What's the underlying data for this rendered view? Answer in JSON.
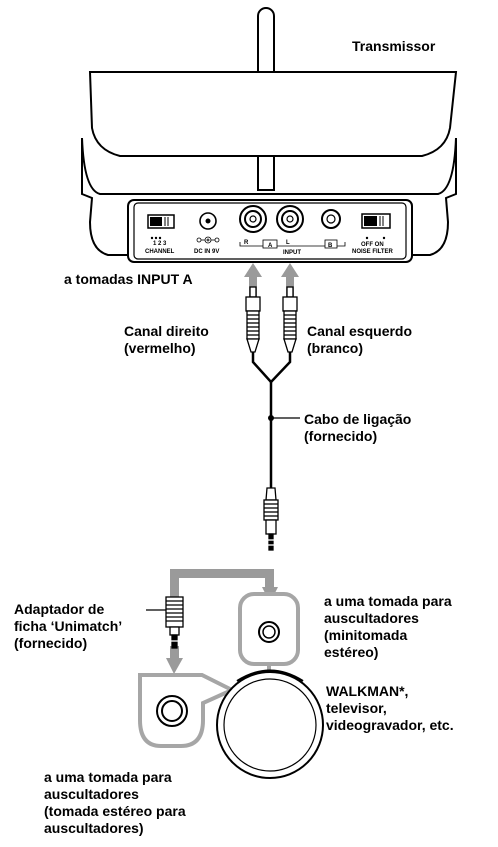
{
  "labels": {
    "transmitter": "Transmissor",
    "input_a": "a tomadas INPUT A",
    "right_channel": "Canal direito\n(vermelho)",
    "left_channel": "Canal esquerdo\n(branco)",
    "cable": "Cabo de ligação\n(fornecido)",
    "adaptor": "Adaptador de\nficha ‘Unimatch’\n(fornecido)",
    "mini_jack": "a uma tomada para\nauscultadores\n(minitomada\nestéreo)",
    "devices": "WALKMAN*,\ntelevisor,\nvideogravador, etc.",
    "stereo_jack": "a uma tomada para\nauscultadores\n(tomada estéreo para\nauscultadores)"
  },
  "panel": {
    "channel": "CHANNEL",
    "channel_nums": "1 2 3",
    "dc_in": "DC IN  9V",
    "r": "R",
    "a": "A",
    "l": "L",
    "input": "INPUT",
    "b": "B",
    "off_on": "OFF  ON",
    "noise_filter": "NOISE FILTER"
  }
}
